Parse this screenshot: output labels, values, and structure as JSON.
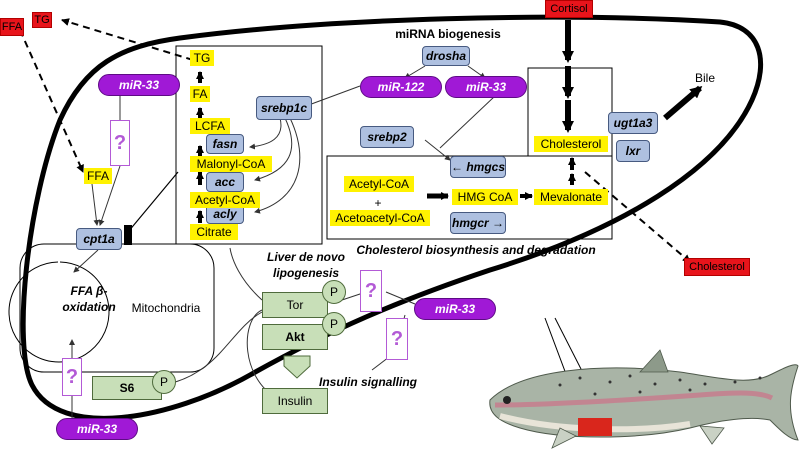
{
  "labels": {
    "tg_out": "TG",
    "ffa_out": "FFA",
    "cortisol": "Cortisol",
    "cholesterol_out": "Cholesterol",
    "bile": "Bile",
    "mirna_biogenesis": "miRNA biogenesis",
    "cholesterol_biosynthesis": "Cholesterol biosynthesis and degradation",
    "liver_de_novo": "Liver de novo lipogenesis",
    "mitochondria": "Mitochondria",
    "ffa_beta_oxidation": "FFA β-oxidation",
    "insulin_signalling": "Insulin signalling",
    "question_mark": "?",
    "plus": "+",
    "p": "P"
  },
  "mirnas": {
    "mir33_top_left": "miR-33",
    "mir122": "miR-122",
    "mir33_top": "miR-33",
    "mir33_right": "miR-33",
    "mir33_bottom": "miR-33"
  },
  "genes": {
    "drosha": "drosha",
    "srebp1c": "srebp1c",
    "fasn": "fasn",
    "acc": "acc",
    "acly": "acly",
    "srebp2": "srebp2",
    "hmgcs": "hmgcs",
    "hmgcr": "hmgcr",
    "ugt1a3": "ugt1a3",
    "lxr": "lxr",
    "cpt1a": "cpt1a"
  },
  "metabolites": {
    "tg": "TG",
    "fa": "FA",
    "lcfa": "LCFA",
    "malonyl_coa": "Malonyl-CoA",
    "acetyl_coa_lipo": "Acetyl-CoA",
    "citrate": "Citrate",
    "ffa_in": "FFA",
    "acetyl_coa_chol": "Acetyl-CoA",
    "acetoacetyl_coa": "Acetoacetyl-CoA",
    "hmg_coa": "HMG CoA",
    "mevalonate": "Mevalonate",
    "cholesterol_in": "Cholesterol"
  },
  "signalling": {
    "tor": "Tor",
    "akt": "Akt",
    "s6": "S6",
    "insulin": "Insulin"
  },
  "colors": {
    "red_box": "#e8141b",
    "mirna": "#a019d6",
    "gene": "#aec0e0",
    "metabolite": "#fff200",
    "signalling": "#c8dfb8",
    "question": "#b35ad6",
    "fish_patch": "#d9261c"
  },
  "icons": {
    "fish": "rainbow-trout-illustration",
    "liver_highlight": "liver-location-marker"
  }
}
